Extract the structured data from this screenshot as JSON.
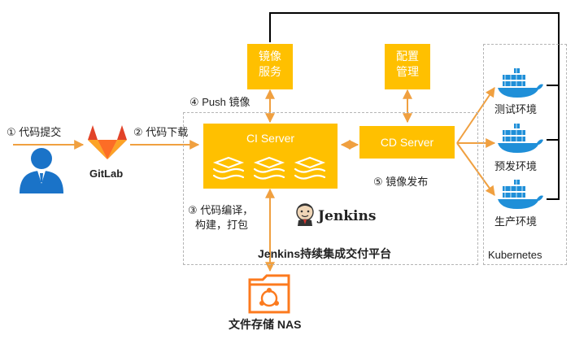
{
  "colors": {
    "accent": "#ffc000",
    "arrow": "#f0a040",
    "docker_blue": "#1f8fd8",
    "gitlab_orange": "#fc6d26",
    "user_blue": "#1a73c8",
    "frame": "#b5b5b5"
  },
  "steps": {
    "commit": "① 代码提交",
    "download": "② 代码下载",
    "push_image": "④ Push 镜像",
    "compile": "③ 代码编译，",
    "build_package": "构建，打包",
    "publish_image": "⑤ 镜像发布"
  },
  "nodes": {
    "gitlab": "GitLab",
    "image_service_line1": "镜像",
    "image_service_line2": "服务",
    "config_line1": "配置",
    "config_line2": "管理",
    "ci_server": "CI Server",
    "cd_server": "CD Server",
    "platform": "Jenkins持续集成交付平台",
    "jenkins_logo_text": "Jenkins",
    "storage": "文件存储 NAS",
    "kubernetes": "Kubernetes"
  },
  "environments": [
    "测试环境",
    "预发环境",
    "生产环境"
  ],
  "icons": {
    "user": "user-icon",
    "gitlab": "gitlab-icon",
    "jenkins": "jenkins-icon",
    "server_stack": "server-stack-icon",
    "folder": "nas-folder-icon",
    "docker": "docker-whale-icon"
  }
}
